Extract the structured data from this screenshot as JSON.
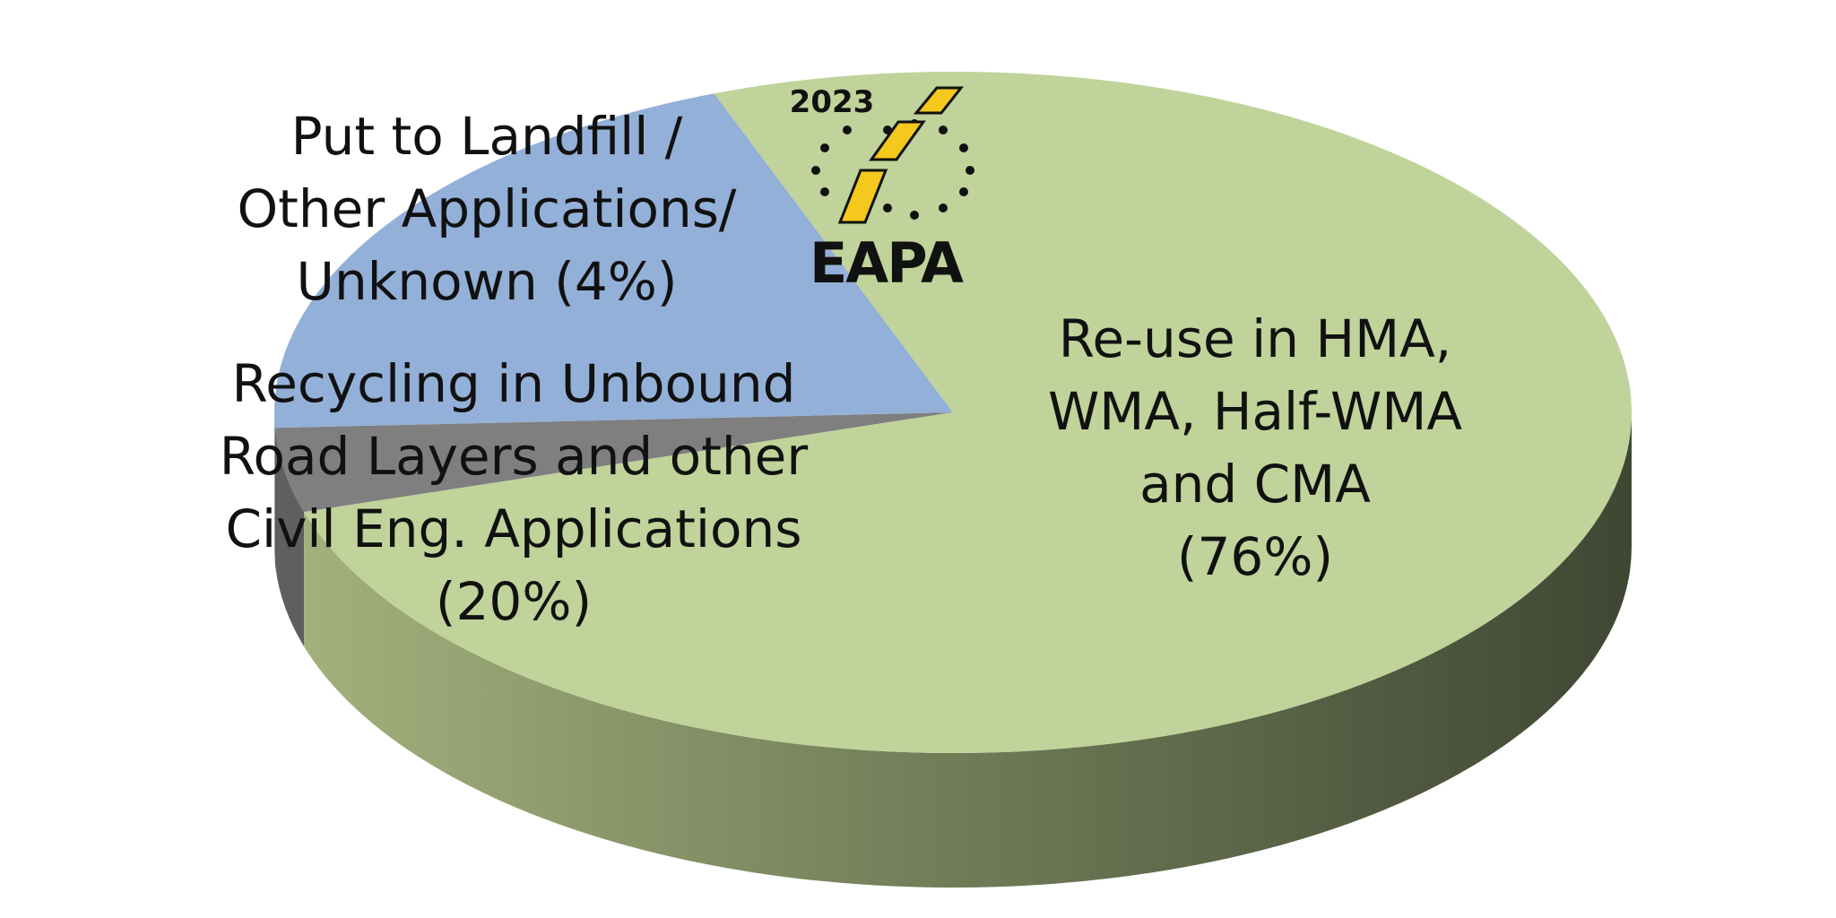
{
  "chart_data": {
    "type": "pie",
    "style": "3d",
    "categories": [
      "Re-use in HMA, WMA, Half-WMA and CMA",
      "Recycling in Unbound Road Layers and other Civil Eng. Applications",
      "Put to Landfill / Other Applications/ Unknown"
    ],
    "values": [
      76,
      20,
      4
    ],
    "colors": [
      "#c0d39a",
      "#93b0d8",
      "#7f7f7f"
    ],
    "labels": [
      [
        "Re-use in HMA,",
        "WMA, Half-WMA",
        "and CMA",
        "(76%)"
      ],
      [
        "Recycling in Unbound",
        "Road Layers and other",
        "Civil Eng. Applications",
        "(20%)"
      ],
      [
        "Put to Landfill /",
        "Other Applications/",
        "Unknown (4%)"
      ]
    ],
    "legend": "none"
  },
  "logo": {
    "name": "eapa-logo",
    "year": "2023",
    "text": "EAPA"
  }
}
